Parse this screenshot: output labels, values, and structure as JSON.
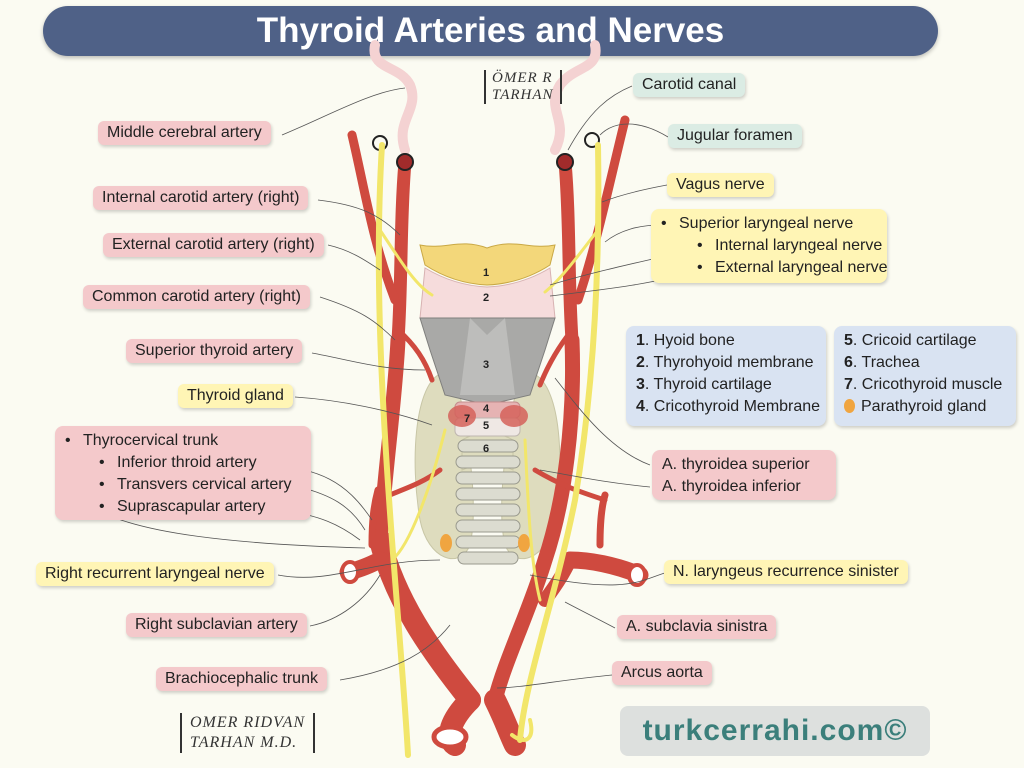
{
  "title": "Thyroid Arteries and Nerves",
  "labels": {
    "middle_cerebral": "Middle cerebral artery",
    "int_carotid_right": "Internal carotid artery (right)",
    "ext_carotid_right": "External carotid artery (right)",
    "common_carotid_right": "Common carotid artery (right)",
    "superior_thyroid_artery": "Superior thyroid artery",
    "thyroid_gland": "Thyroid gland",
    "thyrocervical": {
      "title": "Thyrocervical trunk",
      "items": [
        "Inferior throid artery",
        "Transvers cervical artery",
        "Suprascapular artery"
      ]
    },
    "right_recurrent": "Right recurrent laryngeal nerve",
    "right_subclavian": "Right subclavian artery",
    "brachiocephalic": "Brachiocephalic trunk",
    "carotid_canal": "Carotid canal",
    "jugular_foramen": "Jugular foramen",
    "vagus": "Vagus nerve",
    "superior_laryngeal": {
      "title": "Superior laryngeal nerve",
      "items": [
        "Internal laryngeal nerve",
        "External laryngeal nerve"
      ]
    },
    "a_thyroidea_superior": "A. thyroidea superior",
    "a_thyroidea_inferior": "A. thyroidea inferior",
    "n_laryngeus_sinister": "N. laryngeus recurrence sinister",
    "a_subclavia_sinistra": "A. subclavia sinistra",
    "arcus_aorta": "Arcus aorta"
  },
  "legend_left": [
    {
      "num": "1",
      "text": ". Hyoid bone"
    },
    {
      "num": "2",
      "text": ". Thyrohyoid membrane"
    },
    {
      "num": "3",
      "text": ". Thyroid cartilage"
    },
    {
      "num": "4",
      "text": ". Cricothyroid Membrane"
    }
  ],
  "legend_right": [
    {
      "num": "5",
      "text": ". Cricoid cartilage"
    },
    {
      "num": "6",
      "text": ". Trachea"
    },
    {
      "num": "7",
      "text": ". Cricothyroid muscle"
    }
  ],
  "legend_parathyroid": "Parathyroid gland",
  "structure_numbers": [
    "1",
    "2",
    "3",
    "4",
    "5",
    "6",
    "7"
  ],
  "signature_top": [
    "ÖMER R",
    "TARHAN"
  ],
  "signature_bottom": [
    "OMER RIDVAN",
    "TARHAN M.D."
  ],
  "website": "turkcerrahi.com©",
  "colors": {
    "title_bar": "#4f6187",
    "artery": "#cf4a3f",
    "nerve": "#f2e66a",
    "label_pink": "#f4c9cb",
    "label_yellow": "#fff5b5",
    "legend_blue": "#d9e3f2",
    "parathyroid": "#f0a540"
  }
}
